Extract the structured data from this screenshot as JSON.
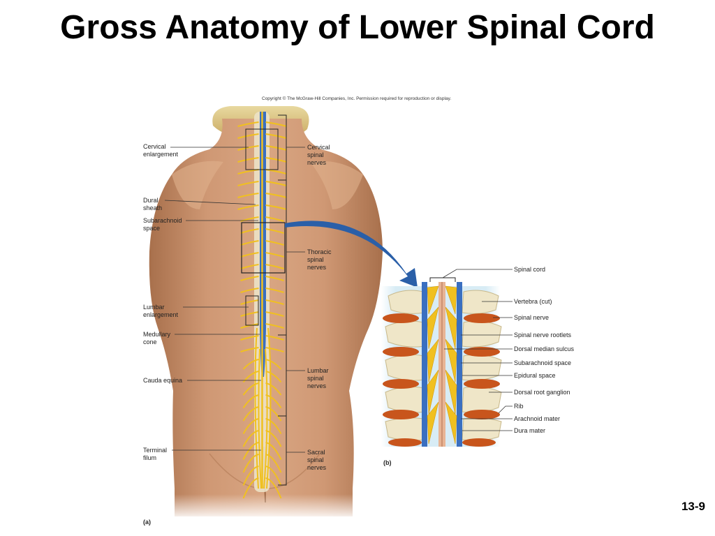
{
  "slide": {
    "title": "Gross Anatomy of Lower Spinal Cord",
    "copyright": "Copyright © The McGraw-Hill Companies, Inc. Permission required for reproduction or display.",
    "number": "13-9"
  },
  "figure_a": {
    "part_label": "(a)",
    "left_labels": [
      "Cervical enlargement",
      "Dural sheath",
      "Subarachnoid space",
      "Lumbar enlargement",
      "Medullary cone",
      "Cauda equina",
      "Terminal filum"
    ],
    "right_labels": [
      "Cervical spinal nerves",
      "Thoracic spinal nerves",
      "Lumbar spinal nerves",
      "Sacral spinal nerves"
    ]
  },
  "figure_b": {
    "part_label": "(b)",
    "labels": [
      "Spinal cord",
      "Vertebra (cut)",
      "Spinal nerve",
      "Spinal nerve rootlets",
      "Dorsal median sulcus",
      "Subarachnoid space",
      "Epidural space",
      "Dorsal root ganglion",
      "Rib",
      "Arachnoid mater",
      "Dura mater"
    ]
  },
  "colors": {
    "skin": "#c98f6a",
    "skin_shadow": "#a86c48",
    "nerve": "#f0c020",
    "cord_blue": "#3a6fc0",
    "bone": "#efe6c8",
    "vessel": "#c8551c",
    "arrow": "#2a5fa8"
  }
}
